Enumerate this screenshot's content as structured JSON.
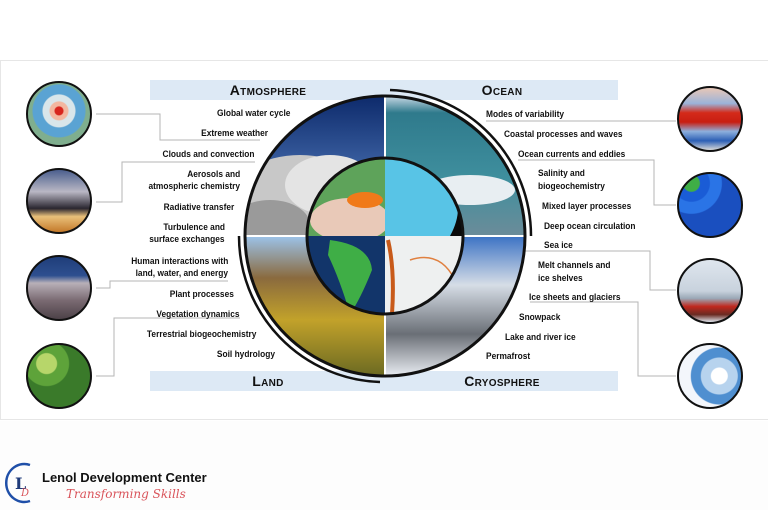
{
  "diagram": {
    "quadrants": {
      "atmosphere": "Atmosphere",
      "ocean": "Ocean",
      "land": "Land",
      "cryosphere": "Cryosphere"
    },
    "atmosphere_processes": [
      "Global water cycle",
      "Extreme weather",
      "Clouds and convection",
      "Aerosols and",
      "atmospheric chemistry",
      "Radiative transfer",
      "Turbulence and",
      "surface exchanges"
    ],
    "land_processes": [
      "Human interactions with",
      "land, water, and energy",
      "Plant processes",
      "Vegetation dynamics",
      "Terrestrial biogeochemistry",
      "Soil hydrology"
    ],
    "ocean_processes": [
      "Modes of variability",
      "Coastal processes and waves",
      "Ocean currents and eddies",
      "Salinity and",
      "biogeochemistry",
      "Mixed layer processes",
      "Deep ocean circulation"
    ],
    "cryosphere_processes": [
      "Sea ice",
      "Melt channels and",
      "ice shelves",
      "Ice sheets and glaciers",
      "Snowpack",
      "Lake and river ice",
      "Permafrost"
    ],
    "left_thumbnails": [
      "hurricane-satellite-image",
      "sunset-clouds-photo",
      "city-aerial-photo",
      "forest-canopy-photo"
    ],
    "right_thumbnails": [
      "sea-surface-temperature-map",
      "ocean-eddies-map",
      "icebreaker-sea-ice-photo",
      "antarctic-ice-velocity-map"
    ],
    "colors": {
      "band": "#dde9f5",
      "connector": "#b5b5b5",
      "ring": "#111111"
    }
  },
  "footer": {
    "logo_initials": "LD",
    "title": "Lenol Development Center",
    "tagline": "Transforming Skills",
    "colors": {
      "ring": "#1f4fa8",
      "tagline": "#d9535a"
    }
  }
}
